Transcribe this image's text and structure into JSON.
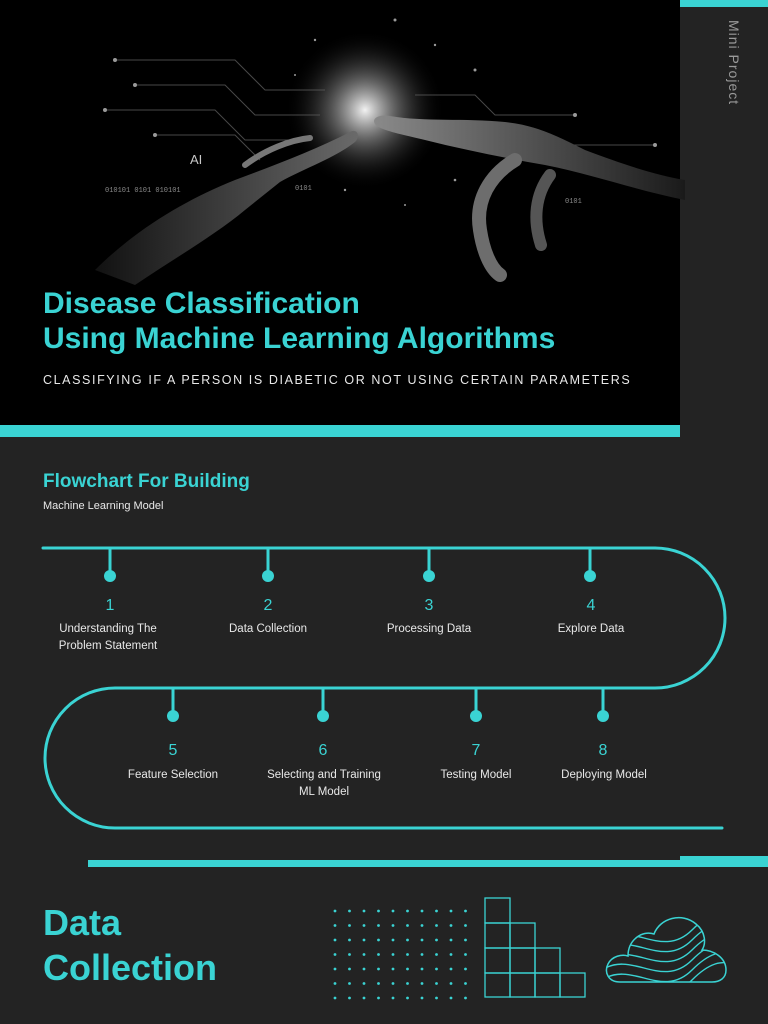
{
  "header": {
    "side_label": "Mini Project",
    "title_line1": "Disease Classification",
    "title_line2": "Using Machine Learning Algorithms",
    "subtitle": "CLASSIFYING IF A PERSON IS DIABETIC OR NOT USING CERTAIN PARAMETERS"
  },
  "hero_art": {
    "ai_label": "AI",
    "binary_1": "010101 0101 010101",
    "binary_2": "0101"
  },
  "flowchart": {
    "title": "Flowchart For Building",
    "subtitle": "Machine Learning Model",
    "steps": [
      {
        "number": "1",
        "line1": "Understanding The",
        "line2": "Problem Statement"
      },
      {
        "number": "2",
        "line1": "Data Collection",
        "line2": ""
      },
      {
        "number": "3",
        "line1": "Processing Data",
        "line2": ""
      },
      {
        "number": "4",
        "line1": "Explore Data",
        "line2": ""
      },
      {
        "number": "5",
        "line1": "Feature Selection",
        "line2": ""
      },
      {
        "number": "6",
        "line1": "Selecting and Training",
        "line2": "ML Model"
      },
      {
        "number": "7",
        "line1": "Testing Model",
        "line2": ""
      },
      {
        "number": "8",
        "line1": "Deploying Model",
        "line2": ""
      }
    ]
  },
  "section": {
    "title_line1": "Data",
    "title_line2": "Collection"
  },
  "colors": {
    "accent": "#3ad3d3",
    "background": "#232323",
    "hero_background": "#000000"
  }
}
